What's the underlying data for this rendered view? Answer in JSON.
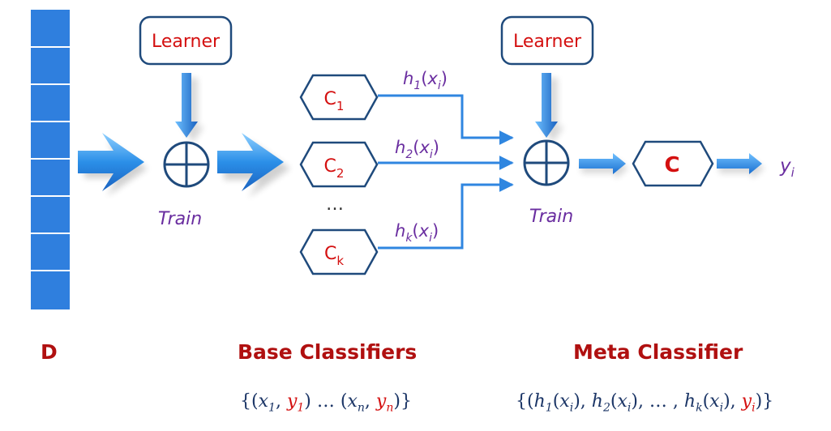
{
  "learner_label": "Learner",
  "train_label": "Train",
  "base_classifiers": [
    {
      "letter": "C",
      "sub": "1",
      "out_func": "h",
      "out_sub": "1",
      "out_arg": "x",
      "out_arg_sub": "i"
    },
    {
      "letter": "C",
      "sub": "2",
      "out_func": "h",
      "out_sub": "2",
      "out_arg": "x",
      "out_arg_sub": "i"
    },
    {
      "letter": "C",
      "sub": "k",
      "out_func": "h",
      "out_sub": "k",
      "out_arg": "x",
      "out_arg_sub": "i"
    }
  ],
  "ellipsis": "…",
  "meta_classifier_label": "C",
  "output_label": {
    "var": "y",
    "sub": "i"
  },
  "sections": {
    "dataset": "D",
    "base": "Base Classifiers",
    "meta": "Meta Classifier"
  },
  "formulas": {
    "base": "{(x1, y1) … (xn, yn)}",
    "meta": "{(h1(xi), h2(xi), … , hk(xi), yi)}"
  },
  "colors": {
    "dataset_blue": "#2f7fde",
    "arrow_blue": "#2f86e0",
    "box_border": "#1f4a7c",
    "accent_red": "#d41010",
    "heading_red": "#b01010",
    "purple": "#6a2ea0",
    "formula_navy": "#1b3566"
  }
}
